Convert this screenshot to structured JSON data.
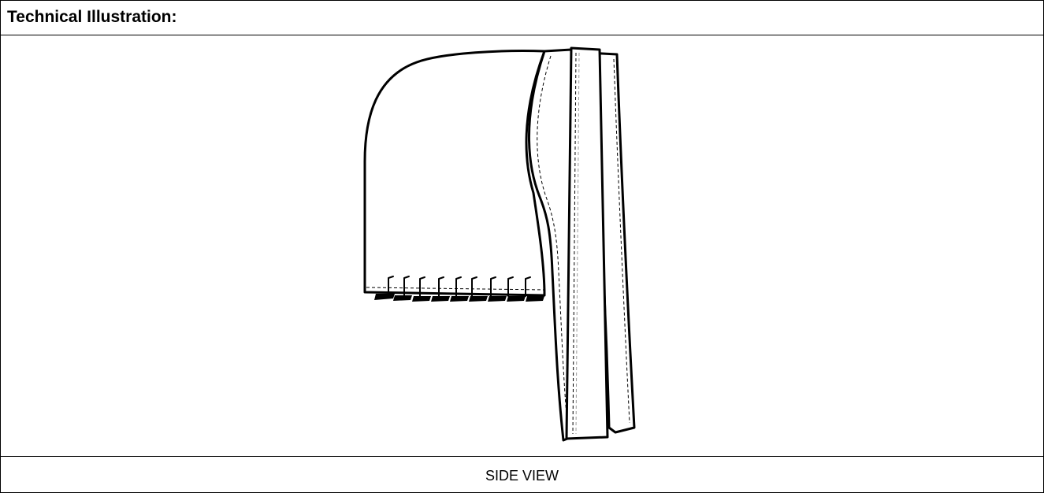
{
  "header": {
    "title": "Technical Illustration:"
  },
  "illustration": {
    "caption": "SIDE VIEW",
    "line_color": "#000000",
    "background_color": "#ffffff",
    "pleat_count": 9
  }
}
